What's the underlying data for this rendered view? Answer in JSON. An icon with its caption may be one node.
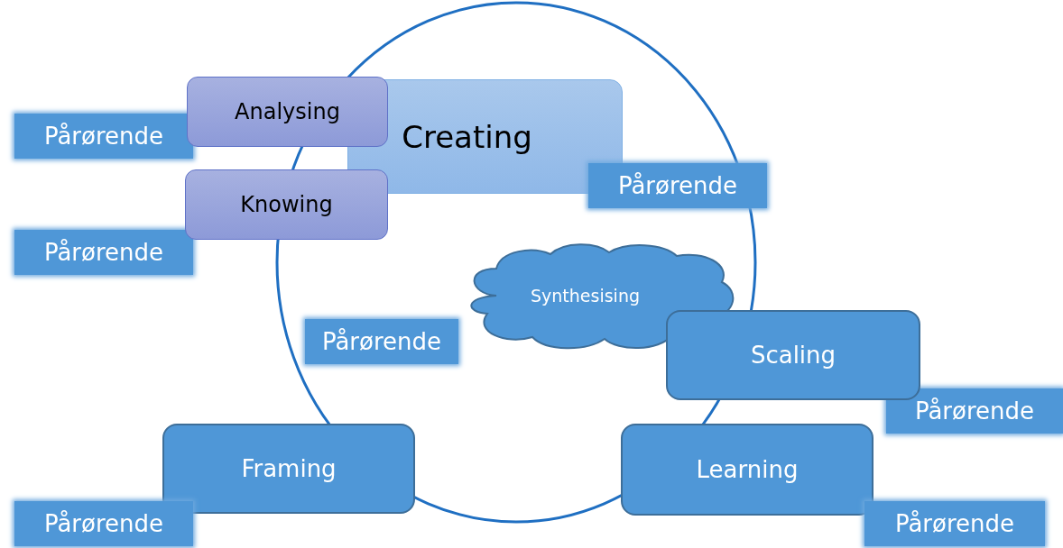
{
  "diagram": {
    "nodes": [
      {
        "text": [
          "Analysing"
        ]
      },
      {
        "text": [
          "Pårørende"
        ]
      },
      {
        "text": [
          "Creating"
        ]
      },
      {
        "text": [
          "Pårørende"
        ]
      },
      {
        "text": [
          "Knowing"
        ]
      },
      {
        "text": [
          "Pårørende"
        ]
      },
      {
        "text": [
          "Synthesising"
        ]
      },
      {
        "text": [
          "Pårørende"
        ]
      },
      {
        "text": [
          "Scaling"
        ]
      },
      {
        "text": [
          "Pårørende"
        ]
      },
      {
        "text": [
          "Framing"
        ]
      },
      {
        "text": [
          "Learning"
        ]
      },
      {
        "text": [
          "Pårørende"
        ]
      },
      {
        "text": [
          "Pårørende"
        ]
      }
    ]
  }
}
